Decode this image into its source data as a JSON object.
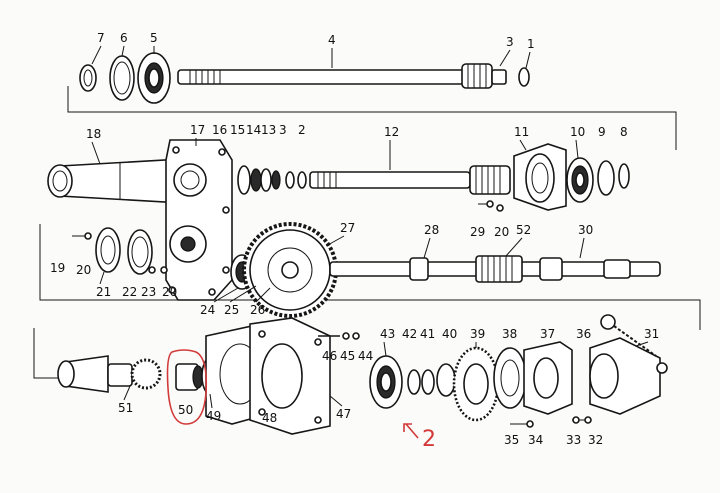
{
  "labels": {
    "l1": "1",
    "l2": "2",
    "l3": "3",
    "l4": "4",
    "l5": "5",
    "l6": "6",
    "l7": "7",
    "l8": "8",
    "l9": "9",
    "l10": "10",
    "l11": "11",
    "l12": "12",
    "l13": "13",
    "l14": "14",
    "l15": "15",
    "l16": "16",
    "l17": "17",
    "l18": "18",
    "l19": "19",
    "l20": "20",
    "l21": "21",
    "l22": "22",
    "l23": "23",
    "l24": "24",
    "l25": "25",
    "l26": "26",
    "l27": "27",
    "l28": "28",
    "l29": "29",
    "l30": "30",
    "l31": "31",
    "l32": "32",
    "l33": "33",
    "l34": "34",
    "l35": "35",
    "l36": "36",
    "l37": "37",
    "l38": "38",
    "l39": "39",
    "l40": "40",
    "l41": "41",
    "l42": "42",
    "l43": "43",
    "l44": "44",
    "l45": "45",
    "l46": "46",
    "l47": "47",
    "l48": "48",
    "l49": "49",
    "l50": "50",
    "l51": "51",
    "l52": "52"
  },
  "annotation": {
    "text": "2",
    "color": "#d23a3a"
  }
}
